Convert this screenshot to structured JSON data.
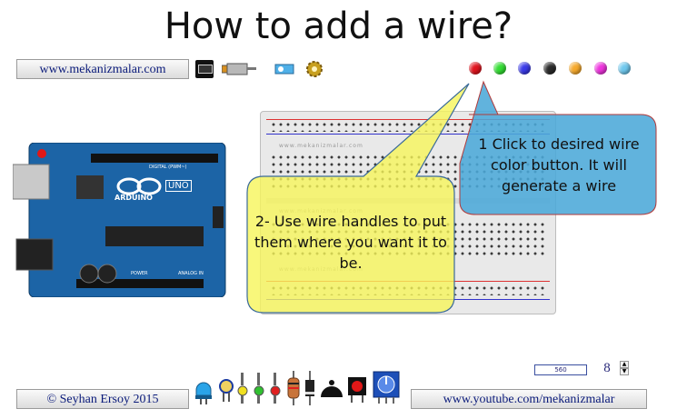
{
  "title": "How to add a wire?",
  "links": {
    "site": "www.mekanizmalar.com",
    "copyright": "© Seyhan Ersoy 2015",
    "youtube": "www.youtube.com/mekanizmalar"
  },
  "toolbar_icons": [
    "chip-icon",
    "motor-icon",
    "servo-icon",
    "gear-icon"
  ],
  "wire_colors": [
    {
      "name": "red",
      "hex": "#e0141e"
    },
    {
      "name": "green",
      "hex": "#33dd33"
    },
    {
      "name": "blue",
      "hex": "#3a3ae8"
    },
    {
      "name": "black",
      "hex": "#2b2b2b"
    },
    {
      "name": "orange",
      "hex": "#f6a92c"
    },
    {
      "name": "magenta",
      "hex": "#ee33dd"
    },
    {
      "name": "light-blue",
      "hex": "#6fc8ee"
    }
  ],
  "breadboard": {
    "brand_text": "www.mekanizmalar.com"
  },
  "arduino": {
    "brand": "ARDUINO",
    "model": "UNO",
    "label_digital": "DIGITAL (PWM~)",
    "label_power": "POWER",
    "label_analog": "ANALOG IN"
  },
  "callouts": {
    "step1": "1 Click to desired wire color button. It will generate a wire",
    "step2": "2- Use wire handles to put them where you want it to be."
  },
  "component_icons": [
    "led-blue-icon",
    "ldr-icon",
    "led-yellow-icon",
    "led-green-icon",
    "led-red-icon",
    "resistor-icon",
    "diode-icon",
    "buzzer-icon",
    "pushbutton-icon",
    "potentiometer-icon"
  ],
  "resistor_value_display": "560",
  "stepper_value": "8"
}
